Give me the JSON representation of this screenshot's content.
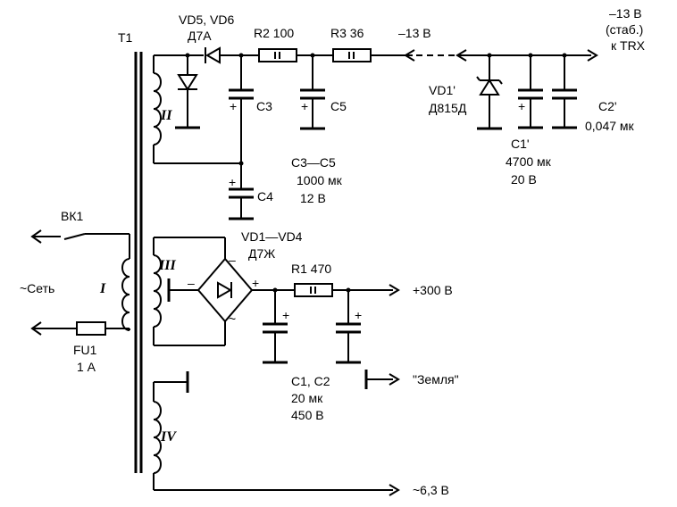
{
  "transformer": {
    "label": "T1"
  },
  "windings": {
    "primary": "I",
    "secondary_hv": "II",
    "secondary_lv1": "III",
    "secondary_fil": "IV"
  },
  "mains": {
    "switch": "ВК1",
    "label": "~Сеть",
    "fuse": "FU1",
    "fuse_rating": "1 А"
  },
  "diodes_top": {
    "ref": "VD5, VD6",
    "type": "Д7А"
  },
  "bridge": {
    "ref": "VD1—VD4",
    "type": "Д7Ж",
    "minus": "–",
    "plus": "+",
    "ac": "~"
  },
  "resistors": {
    "r2": "R2 100",
    "r3": "R3 36",
    "r1": "R1 470"
  },
  "caps_top": {
    "c3": "C3",
    "c5": "C5",
    "c4": "C4",
    "group": "C3—C5",
    "value": "1000 мк",
    "voltage": "12 В"
  },
  "caps_hv": {
    "group": "C1, C2",
    "value": "20 мк",
    "voltage": "450 В"
  },
  "outputs": {
    "neg13": "–13 В",
    "neg13_stab": "–13 В",
    "stab": "(стаб.)",
    "trx": "к TRX",
    "hv": "+300 В",
    "ground": "\"Земля\"",
    "fil": "~6,3 В"
  },
  "stabilizer": {
    "zener_ref": "VD1'",
    "zener_type": "Д815Д",
    "c1_ref": "C1'",
    "c1_value": "4700 мк",
    "c1_voltage": "20 В",
    "c2_ref": "C2'",
    "c2_value": "0,047 мк"
  },
  "signs": {
    "plus": "+"
  }
}
